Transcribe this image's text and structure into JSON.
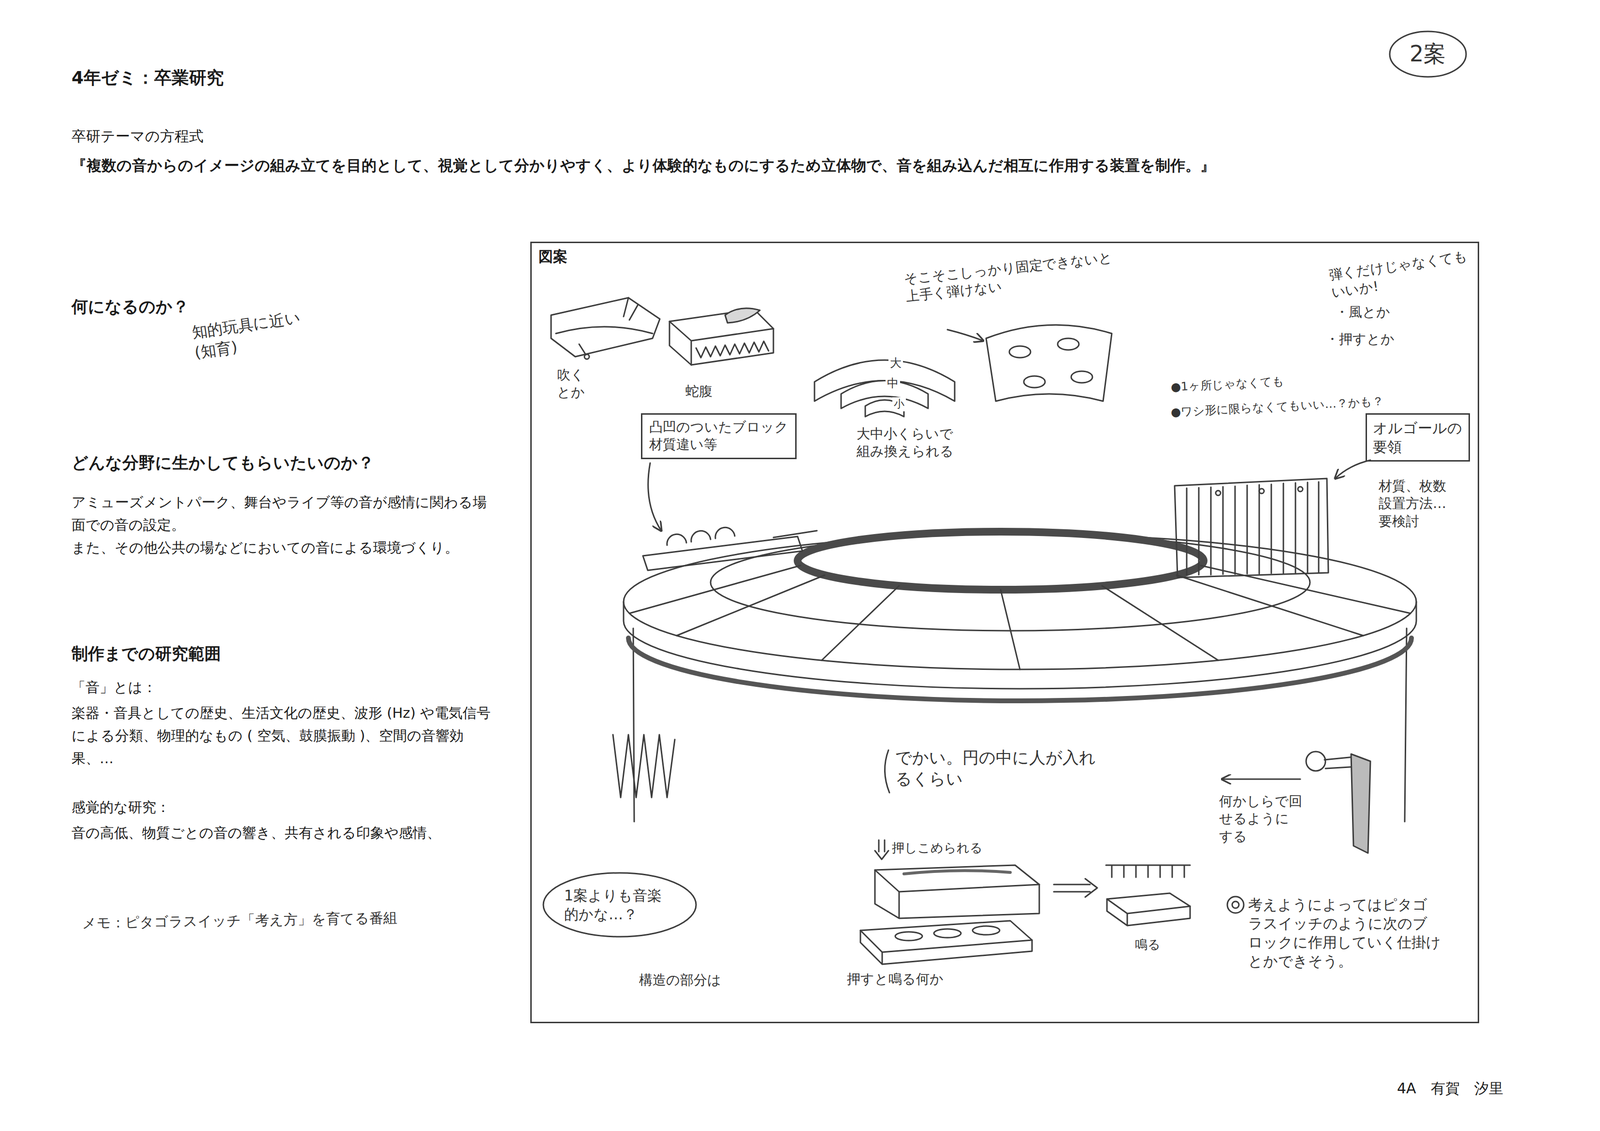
{
  "diagram": {
    "title": "4年ゼミ：卒業研究",
    "nodes": [
      {
        "text": [
          "2案"
        ]
      },
      {
        "text": [
          "図案"
        ]
      },
      {
        "text": [
          "凸凹のついたブロック",
          "材質違い等"
        ],
        "in": 1
      },
      {
        "text": [
          "オルゴールの要領"
        ],
        "in": 1
      },
      {
        "text": [
          "1案よりも音楽的かな…？"
        ],
        "in": 1
      }
    ],
    "labels": [
      "卒研テーマの方程式",
      "『複数の音からのイメージの組み立てを目的として、視覚として分かりやすく、より体験的なものにするため立体物で、音を組み込んだ相互に作用する装置を制作。』",
      "何になるのか？",
      "知的玩具に近い (知育)",
      "どんな分野に生かしてもらいたいのか？",
      "アミューズメントパーク、舞台やライブ等の音が感情に関わる場面での音の設定。",
      "また、その他公共の場などにおいての音による環境づくり。",
      "制作までの研究範囲",
      "「音」とは：",
      "楽器・音具としての歴史、生活文化の歴史、波形 (Hz) や電気信号による分類、物理的なもの ( 空気、鼓膜振動 )、空間の音響効果、…",
      "感覚的な研究：",
      "音の高低、物質ごとの音の響き、共有される印象や感情、",
      "メモ：ピタゴラスイッチ「考え方」を育てる番組",
      "吹くとか",
      "蛇腹",
      "大",
      "中",
      "小",
      "大中小くらいで組み換えられる",
      "そこそこしっかり固定できないと上手く弾けない",
      "弾くだけじゃなくてもいいか!",
      "・風とか",
      "・押すとか",
      "●1ヶ所じゃなくても",
      "●ワシ形に限らなくてもいい…？かも？",
      "材質、枚数 設置方法… 要検討",
      "でかい。円の中に人が入れるくらい",
      "何かしらで回せるようにする",
      "押しこめられる",
      "押すと鳴る何か",
      "鳴る",
      "考えようによってはピタゴラスイッチのように次のブロックに作用していく仕掛けとかできそう。",
      "構造の部分は",
      "4A　有賀　汐里"
    ]
  }
}
